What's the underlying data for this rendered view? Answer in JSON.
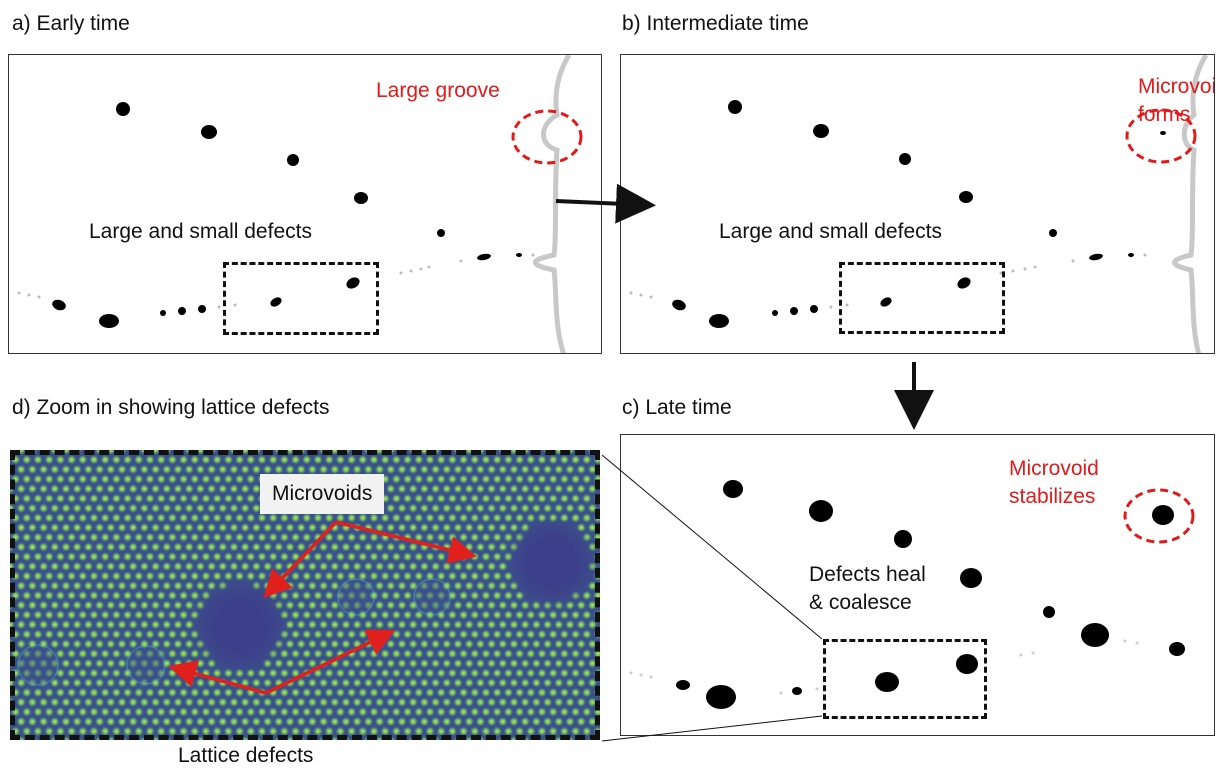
{
  "panels": {
    "a": {
      "caption": "a) Early time",
      "center_label": "Large and small defects",
      "callout": "Large groove"
    },
    "b": {
      "caption": "b) Intermediate time",
      "center_label": "Large and small defects",
      "callout_line1": "Microvoid",
      "callout_line2": "forms"
    },
    "c": {
      "caption": "c) Late time",
      "center_label_line1": "Defects heal",
      "center_label_line2": "& coalesce",
      "callout_line1": "Microvoid",
      "callout_line2": "stabilizes"
    },
    "d": {
      "caption": "d) Zoom in showing lattice defects",
      "microvoids_label": "Microvoids",
      "lattice_label": "Lattice defects"
    }
  },
  "colors": {
    "callout_red": "#e21a1a",
    "lattice_bg": "#3b4f8c",
    "lattice_node": "#8fd14f",
    "void_fill": "#3e3f8a",
    "arrow_red": "#e0201c"
  }
}
